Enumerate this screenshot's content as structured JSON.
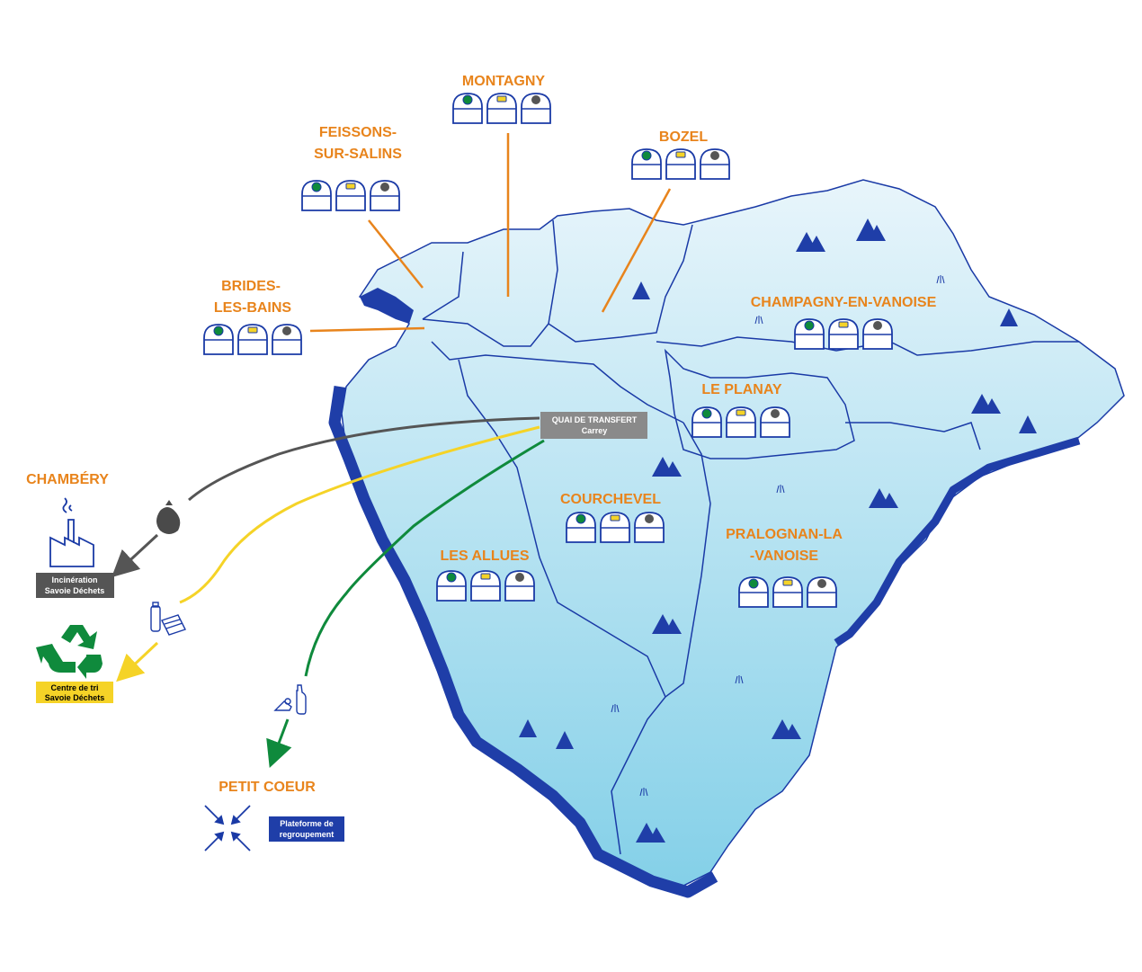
{
  "colors": {
    "commune_label": "#e8841c",
    "outline": "#1a3aa6",
    "mountain": "#1f3ea8",
    "ordures": "#555555",
    "emballages": "#f5d327",
    "verre": "#0f8a3c",
    "incineration_box": "#555555",
    "centre_tri_box": "#f5d327",
    "plateforme_box": "#1f3ea8",
    "quai_box": "#8a8a8a"
  },
  "map": {
    "communes": [
      {
        "id": "montagny",
        "label": "MONTAGNY"
      },
      {
        "id": "feissons",
        "label_line1": "FEISSONS-",
        "label_line2": "SUR-SALINS"
      },
      {
        "id": "bozel",
        "label": "BOZEL"
      },
      {
        "id": "brides",
        "label_line1": "BRIDES-",
        "label_line2": "LES-BAINS"
      },
      {
        "id": "champagny",
        "label": "CHAMPAGNY-EN-VANOISE"
      },
      {
        "id": "planay",
        "label": "LE PLANAY"
      },
      {
        "id": "courchevel",
        "label": "COURCHEVEL"
      },
      {
        "id": "allues",
        "label": "LES ALLUES"
      },
      {
        "id": "pralognan",
        "label_line1": "PRALOGNAN-LA",
        "label_line2": "-VANOISE"
      }
    ],
    "quai": {
      "line1": "QUAI DE TRANSFERT",
      "line2": "Carrey"
    },
    "destinations": {
      "chambery": {
        "label": "CHAMBÉRY",
        "box_line1": "Incinération",
        "box_line2": "Savoie Déchets"
      },
      "centre_tri": {
        "box_line1": "Centre de tri",
        "box_line2": "Savoie Déchets"
      },
      "petit_coeur": {
        "label": "PETIT COEUR",
        "box_line1": "Plateforme de",
        "box_line2": "regroupement"
      }
    }
  }
}
